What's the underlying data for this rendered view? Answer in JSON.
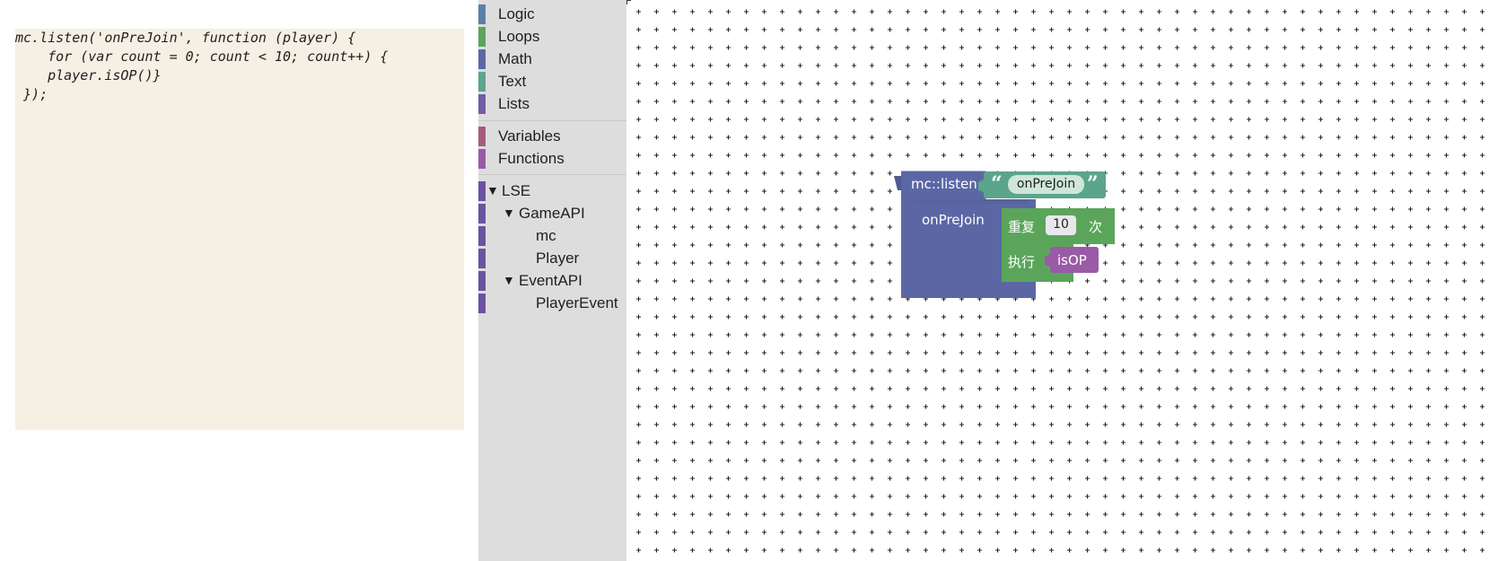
{
  "code": {
    "lines": [
      "mc.listen('onPreJoin', function (player) {",
      "    for (var count = 0; count < 10; count++) {",
      "    player.isOP()}",
      " });"
    ]
  },
  "toolbox": {
    "categories": [
      {
        "label": "Logic",
        "color": "#5b80a5"
      },
      {
        "label": "Loops",
        "color": "#5ba55b"
      },
      {
        "label": "Math",
        "color": "#5b67a5"
      },
      {
        "label": "Text",
        "color": "#5ba58c"
      },
      {
        "label": "Lists",
        "color": "#745ba5"
      },
      {
        "label": "Variables",
        "color": "#a55b80"
      },
      {
        "label": "Functions",
        "color": "#995ba5"
      }
    ],
    "tree": {
      "root": {
        "label": "LSE",
        "arrow": "▼",
        "color": "#6b52a0"
      },
      "gameapi": {
        "label": "GameAPI",
        "arrow": "▼",
        "color": "#6b52a0"
      },
      "mc": {
        "label": "mc",
        "color": "#6b52a0"
      },
      "player": {
        "label": "Player",
        "color": "#6b52a0"
      },
      "eventapi": {
        "label": "EventAPI",
        "arrow": "▼",
        "color": "#6b52a0"
      },
      "playerevent": {
        "label": "PlayerEvent",
        "color": "#6b52a0"
      }
    }
  },
  "workspace": {
    "listen_block": {
      "label": "mc::listen",
      "event_value": "onPreJoin",
      "param_label": "onPreJoin",
      "color": "#5b67a5"
    },
    "repeat_block": {
      "label": "重复",
      "times_value": "10",
      "times_suffix": "次",
      "do_label": "执行",
      "color": "#5ba55b"
    },
    "isop_block": {
      "label": "isOP",
      "color": "#995ba5"
    },
    "text_block_color": "#5ba58c"
  }
}
